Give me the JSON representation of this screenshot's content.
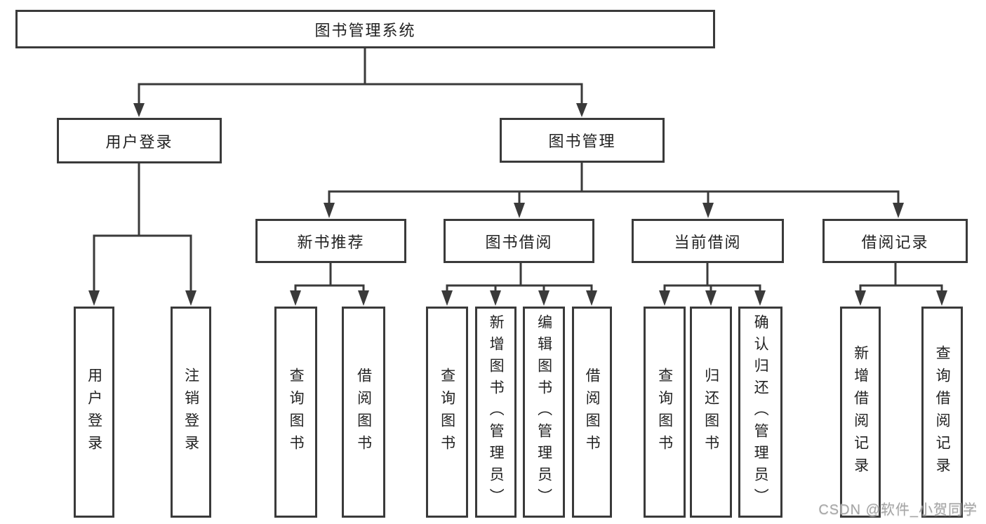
{
  "tree": {
    "root": "图书管理系统",
    "level2": [
      {
        "label": "用户登录"
      },
      {
        "label": "图书管理"
      }
    ],
    "level3": [
      {
        "label": "新书推荐"
      },
      {
        "label": "图书借阅"
      },
      {
        "label": "当前借阅"
      },
      {
        "label": "借阅记录"
      }
    ],
    "leaves": {
      "user": [
        "用户登录",
        "注销登录"
      ],
      "recommend": [
        "查询图书",
        "借阅图书"
      ],
      "borrow": [
        "查询图书",
        "新增图书（管理员）",
        "编辑图书（管理员）",
        "借阅图书"
      ],
      "current": [
        "查询图书",
        "归还图书",
        "确认归还（管理员）"
      ],
      "records": [
        "新增借阅记录",
        "查询借阅记录"
      ]
    }
  },
  "watermark": {
    "text": "CSDN @软件_小贺同学"
  },
  "colors": {
    "line": "#3a3a3a",
    "box_border": "#3a3a3a",
    "text": "#222222",
    "background": "#ffffff",
    "watermark": "#a5a5a5"
  }
}
